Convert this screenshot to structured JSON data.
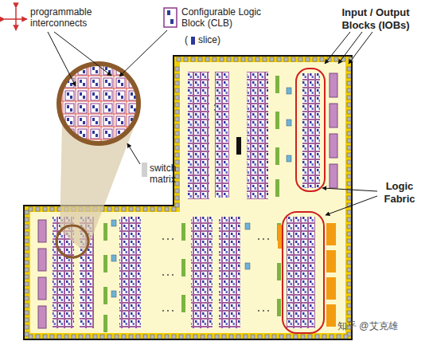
{
  "diagram": {
    "labels": [
      "programmable interconnects",
      "Configurable Logic Block (CLB)",
      "(",
      "slice)",
      "switch matrix",
      "Input / Output Blocks (IOBs)",
      "Logic Fabric",
      "知乎 @艾克雄"
    ]
  }
}
